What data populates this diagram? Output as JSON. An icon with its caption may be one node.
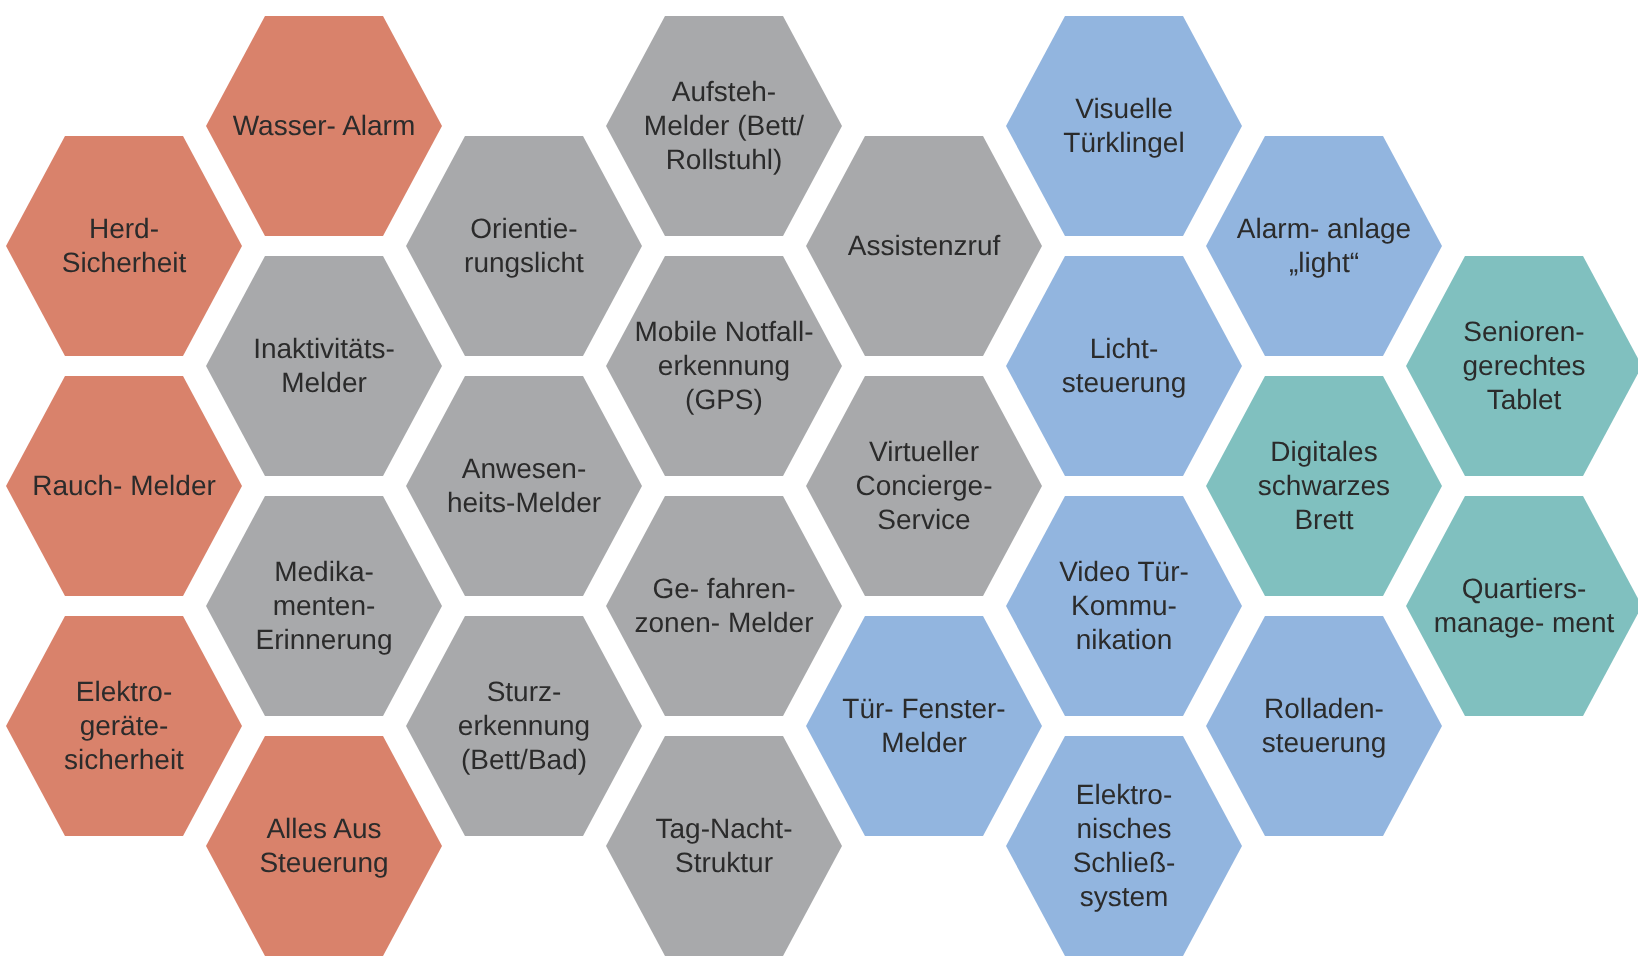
{
  "diagram": {
    "nodes": [
      {
        "text": [
          "Wasser- Alarm"
        ]
      },
      {
        "text": [
          "Aufsteh- Melder (Bett/ Rollstuhl)"
        ]
      },
      {
        "text": [
          "Visuelle Türklingel"
        ]
      },
      {
        "text": [
          "Herd- Sicherheit"
        ]
      },
      {
        "text": [
          "Orientie- rungslicht"
        ]
      },
      {
        "text": [
          "Assistenzruf"
        ]
      },
      {
        "text": [
          "Alarm- anlage „light“"
        ]
      },
      {
        "text": [
          "Inaktivitäts- Melder"
        ]
      },
      {
        "text": [
          "Mobile Notfall- erkennung (GPS)"
        ]
      },
      {
        "text": [
          "Licht- steuerung"
        ]
      },
      {
        "text": [
          "Senioren- gerechtes Tablet"
        ]
      },
      {
        "text": [
          "Rauch- Melder"
        ]
      },
      {
        "text": [
          "Anwesen- heits-Melder"
        ]
      },
      {
        "text": [
          "Virtueller Concierge- Service"
        ]
      },
      {
        "text": [
          "Digitales schwarzes Brett"
        ]
      },
      {
        "text": [
          "Medika- menten- Erinnerung"
        ]
      },
      {
        "text": [
          "Ge- fahren- zonen- Melder"
        ]
      },
      {
        "text": [
          "Video Tür- Kommu- nikation"
        ]
      },
      {
        "text": [
          "Quartiers- manage- ment"
        ]
      },
      {
        "text": [
          "Elektro- geräte- sicherheit"
        ]
      },
      {
        "text": [
          "Sturz- erkennung (Bett/Bad)"
        ]
      },
      {
        "text": [
          "Tür- Fenster- Melder"
        ]
      },
      {
        "text": [
          "Rolladen- steuerung"
        ]
      },
      {
        "text": [
          "Alles Aus Steuerung"
        ]
      },
      {
        "text": [
          "Tag-Nacht- Struktur"
        ]
      },
      {
        "text": [
          "Elektro- nisches Schließ- system"
        ]
      }
    ]
  }
}
